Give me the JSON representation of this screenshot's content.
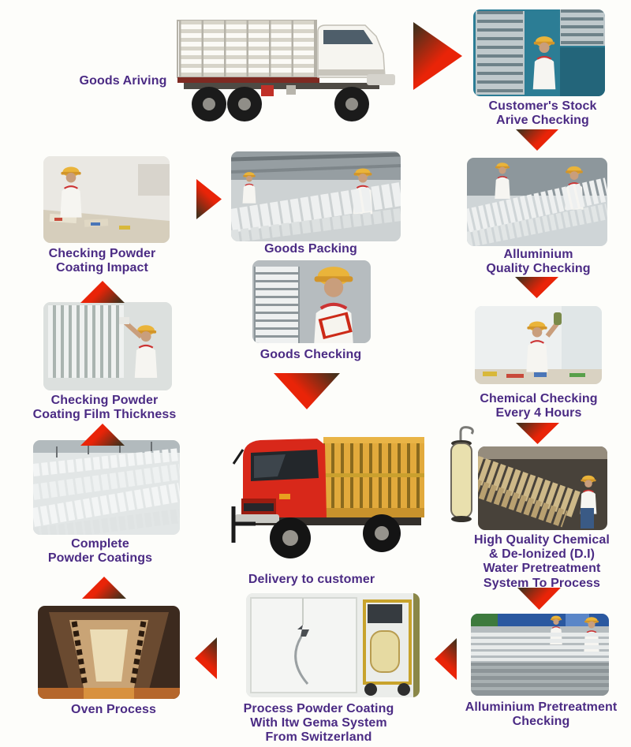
{
  "diagram": {
    "colors": {
      "label_text": "#4b2b84",
      "arrow_red": "#e92408",
      "arrow_dark": "#46301b",
      "background": "#fdfdfa"
    },
    "steps": [
      {
        "id": "goods-arriving",
        "label": "Goods Ariving",
        "photo": "white-cargo-truck"
      },
      {
        "id": "customer-stock-arrive-checking",
        "label": "Customer's Stock\nArive Checking",
        "photo": "worker-at-stock-shelves"
      },
      {
        "id": "alluminium-quality-checking",
        "label": "Alluminium\nQuality Checking",
        "photo": "workers-inspecting-profiles"
      },
      {
        "id": "chemical-checking",
        "label": "Chemical Checking\nEvery 4 Hours",
        "photo": "worker-holding-chemical-bottle"
      },
      {
        "id": "water-pretreatment-system",
        "label": "High Quality Chemical\n& De-Ionized (D.I)\nWater Pretreatment\nSystem To Process",
        "photo": "pretreatment-line-with-filter-cylinder"
      },
      {
        "id": "alluminium-pretreatment-checking",
        "label": "Alluminium Pretreatment\nChecking",
        "photo": "workers-checking-long-profiles"
      },
      {
        "id": "process-powder-coating",
        "label": "Process Powder Coating\nWith Itw Gema System\nFrom Switzerland",
        "photo": "powder-coating-booth-and-gema-machine"
      },
      {
        "id": "oven-process",
        "label": "Oven Process",
        "photo": "oven-interior"
      },
      {
        "id": "complete-powder-coatings",
        "label": "Complete\nPowder Coatings",
        "photo": "coated-profiles-hanging"
      },
      {
        "id": "checking-film-thickness",
        "label": "Checking Powder\nCoating Film Thickness",
        "photo": "worker-measuring-film-thickness"
      },
      {
        "id": "checking-impact",
        "label": "Checking Powder\nCoating Impact",
        "photo": "worker-at-impact-test-table"
      },
      {
        "id": "goods-packing",
        "label": "Goods Packing",
        "photo": "workers-packing-goods"
      },
      {
        "id": "goods-checking",
        "label": "Goods Checking",
        "photo": "worker-with-red-clipboard"
      },
      {
        "id": "delivery-to-customer",
        "label": "Delivery to customer",
        "photo": "red-stake-bed-truck"
      }
    ],
    "arrows": [
      {
        "from": "goods-arriving",
        "to": "customer-stock-arrive-checking",
        "direction": "right"
      },
      {
        "from": "customer-stock-arrive-checking",
        "to": "alluminium-quality-checking",
        "direction": "down"
      },
      {
        "from": "alluminium-quality-checking",
        "to": "chemical-checking",
        "direction": "down"
      },
      {
        "from": "chemical-checking",
        "to": "water-pretreatment-system",
        "direction": "down"
      },
      {
        "from": "water-pretreatment-system",
        "to": "alluminium-pretreatment-checking",
        "direction": "down"
      },
      {
        "from": "alluminium-pretreatment-checking",
        "to": "process-powder-coating",
        "direction": "left"
      },
      {
        "from": "process-powder-coating",
        "to": "oven-process",
        "direction": "left"
      },
      {
        "from": "oven-process",
        "to": "complete-powder-coatings",
        "direction": "up"
      },
      {
        "from": "complete-powder-coatings",
        "to": "checking-film-thickness",
        "direction": "up"
      },
      {
        "from": "checking-film-thickness",
        "to": "checking-impact",
        "direction": "up"
      },
      {
        "from": "checking-impact",
        "to": "goods-packing",
        "direction": "right"
      },
      {
        "from": "goods-checking",
        "to": "delivery-to-customer",
        "direction": "down"
      }
    ]
  }
}
